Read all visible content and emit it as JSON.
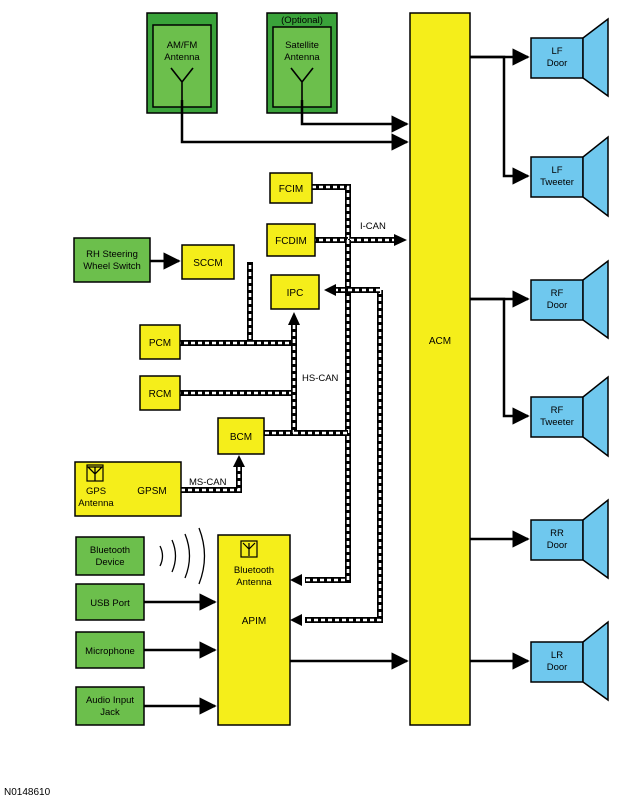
{
  "colors": {
    "module": "#f5ee1a",
    "input": "#6cbf4c",
    "antenna_box": "#3aa33a",
    "speaker": "#6fc8ee"
  },
  "icons": [
    "antenna-icon",
    "speaker-icon",
    "bluetooth-waves-icon",
    "arrow-icon"
  ],
  "antennas": {
    "amfm": [
      "AM/FM",
      "Antenna"
    ],
    "sat_optional": "(Optional)",
    "satellite": [
      "Satellite",
      "Antenna"
    ]
  },
  "modules": {
    "acm": "ACM",
    "fcim": "FCIM",
    "fcdim": "FCDIM",
    "ipc": "IPC",
    "sccm": "SCCM",
    "pcm": "PCM",
    "rcm": "RCM",
    "bcm": "BCM",
    "apim": "APIM",
    "gpsm": "GPSM",
    "gps_antenna": [
      "GPS",
      "Antenna"
    ],
    "bt_antenna": [
      "Bluetooth",
      "Antenna"
    ]
  },
  "inputs": {
    "rh_switch": [
      "RH Steering",
      "Wheel Switch"
    ],
    "bt_device": [
      "Bluetooth",
      "Device"
    ],
    "usb": "USB Port",
    "mic": "Microphone",
    "aux": [
      "Audio Input",
      "Jack"
    ]
  },
  "speakers": [
    [
      "LF",
      "Door"
    ],
    [
      "LF",
      "Tweeter"
    ],
    [
      "RF",
      "Door"
    ],
    [
      "RF",
      "Tweeter"
    ],
    [
      "RR",
      "Door"
    ],
    [
      "LR",
      "Door"
    ]
  ],
  "buses": {
    "ican": "I-CAN",
    "hscan": "HS-CAN",
    "mscan": "MS-CAN"
  },
  "figure_id": "N0148610"
}
